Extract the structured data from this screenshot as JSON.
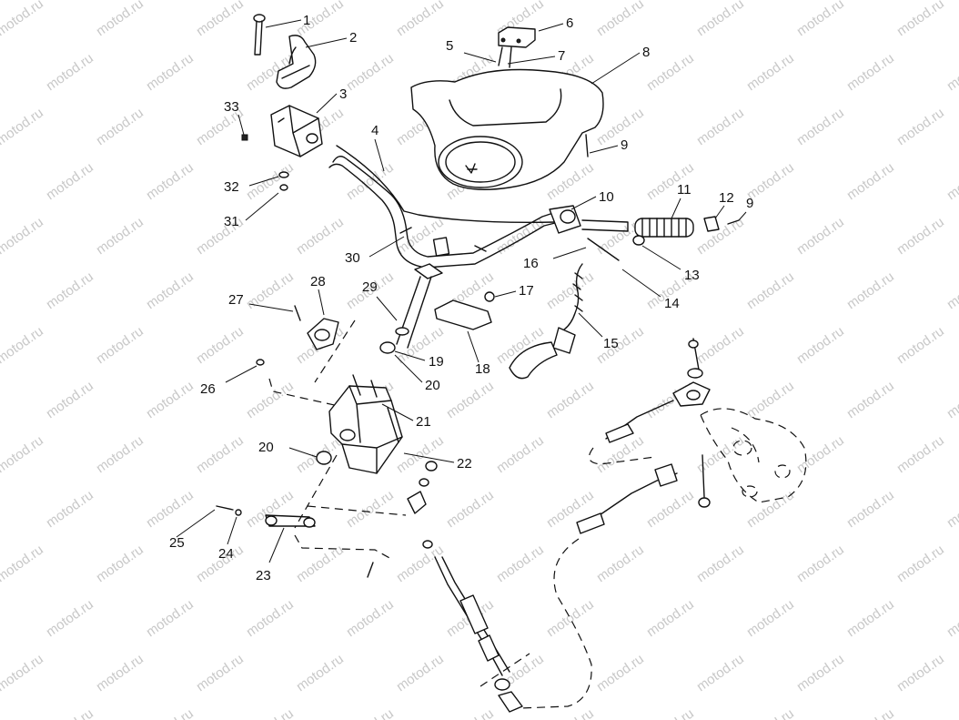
{
  "watermark": "motod.ru",
  "callouts": [
    {
      "n": "1"
    },
    {
      "n": "2"
    },
    {
      "n": "3"
    },
    {
      "n": "4"
    },
    {
      "n": "5"
    },
    {
      "n": "6"
    },
    {
      "n": "7"
    },
    {
      "n": "8"
    },
    {
      "n": "9"
    },
    {
      "n": "10"
    },
    {
      "n": "11"
    },
    {
      "n": "12"
    },
    {
      "n": "9"
    },
    {
      "n": "13"
    },
    {
      "n": "14"
    },
    {
      "n": "15"
    },
    {
      "n": "16"
    },
    {
      "n": "17"
    },
    {
      "n": "18"
    },
    {
      "n": "19"
    },
    {
      "n": "20"
    },
    {
      "n": "21"
    },
    {
      "n": "22"
    },
    {
      "n": "20"
    },
    {
      "n": "23"
    },
    {
      "n": "24"
    },
    {
      "n": "25"
    },
    {
      "n": "26"
    },
    {
      "n": "27"
    },
    {
      "n": "28"
    },
    {
      "n": "29"
    },
    {
      "n": "30"
    },
    {
      "n": "31"
    },
    {
      "n": "32"
    },
    {
      "n": "33"
    }
  ]
}
